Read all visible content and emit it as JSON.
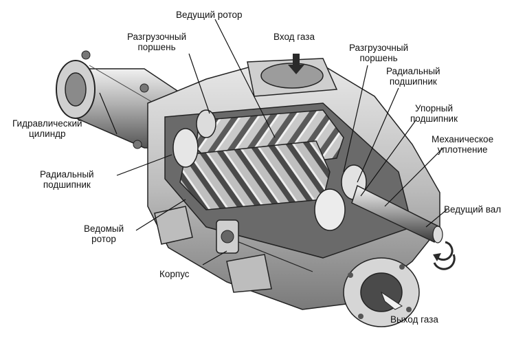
{
  "labels": {
    "drive_rotor": "Ведущий ротор",
    "unload_piston_left": [
      "Разгрузочный",
      "поршень"
    ],
    "gas_inlet": "Вход газа",
    "unload_piston_right": [
      "Разгрузочный",
      "поршень"
    ],
    "radial_bearing_right": [
      "Радиальный",
      "подшипник"
    ],
    "thrust_bearing": [
      "Упорный",
      "подшипник"
    ],
    "mech_seal": [
      "Механическое",
      "уплотнение"
    ],
    "drive_shaft": "Ведущий вал",
    "hydraulic_cylinder": [
      "Гидравлический",
      "цилиндр"
    ],
    "radial_bearing_left": [
      "Радиальный",
      "подшипник"
    ],
    "driven_rotor": [
      "Ведомый",
      "ротор"
    ],
    "housing": "Корпус",
    "gas_outlet": "Выход газа"
  },
  "colors": {
    "ink": "#111111",
    "metal_light": "#d9d9d9",
    "metal_mid": "#9a9a9a",
    "metal_dark": "#3a3a3a",
    "arrow": "#2a2a2a"
  }
}
